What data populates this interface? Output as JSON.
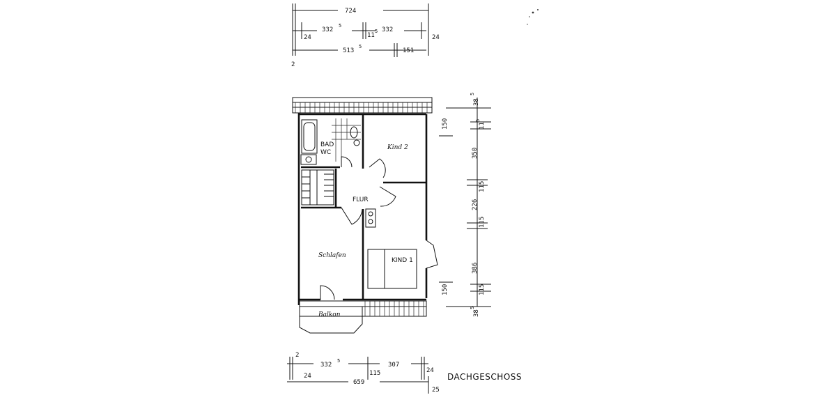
{
  "title": "DACHGESCHOSS",
  "rooms": {
    "bad": "BAD",
    "wc": "WC",
    "kind2": "Kind 2",
    "flur": "FLUR",
    "schlafen": "Schlafen",
    "kind1": "KIND 1",
    "balkon": "Balkon"
  },
  "dimensions": {
    "top": {
      "overall": "724",
      "left_outer": "24",
      "left_room": "332",
      "left_room_sup": "5",
      "mid_wall": "11",
      "mid_wall_sup": "5",
      "right_room": "332",
      "right_outer": "24",
      "sub_left": "513",
      "sub_left_sup": "5",
      "sub_right": "151",
      "edge": "2"
    },
    "right": {
      "top_outer": "38",
      "top_outer_sup": "5",
      "seg_150_top": "150",
      "wall_115_a": "11",
      "wall_115_a_sup": "5",
      "room_350": "350",
      "wall_115_b": "115",
      "room_226": "226",
      "wall_115_c": "115",
      "room_386": "386",
      "seg_150_bottom": "150",
      "wall_115_d": "115",
      "bottom_outer": "38",
      "bottom_outer_sup": "5"
    },
    "bottom": {
      "edge": "2",
      "left_outer": "24",
      "left_room": "332",
      "left_room_sup": "5",
      "mid_wall": "115",
      "right_room": "307",
      "right_outer": "24",
      "overall": "659",
      "edge_right": "25"
    }
  }
}
